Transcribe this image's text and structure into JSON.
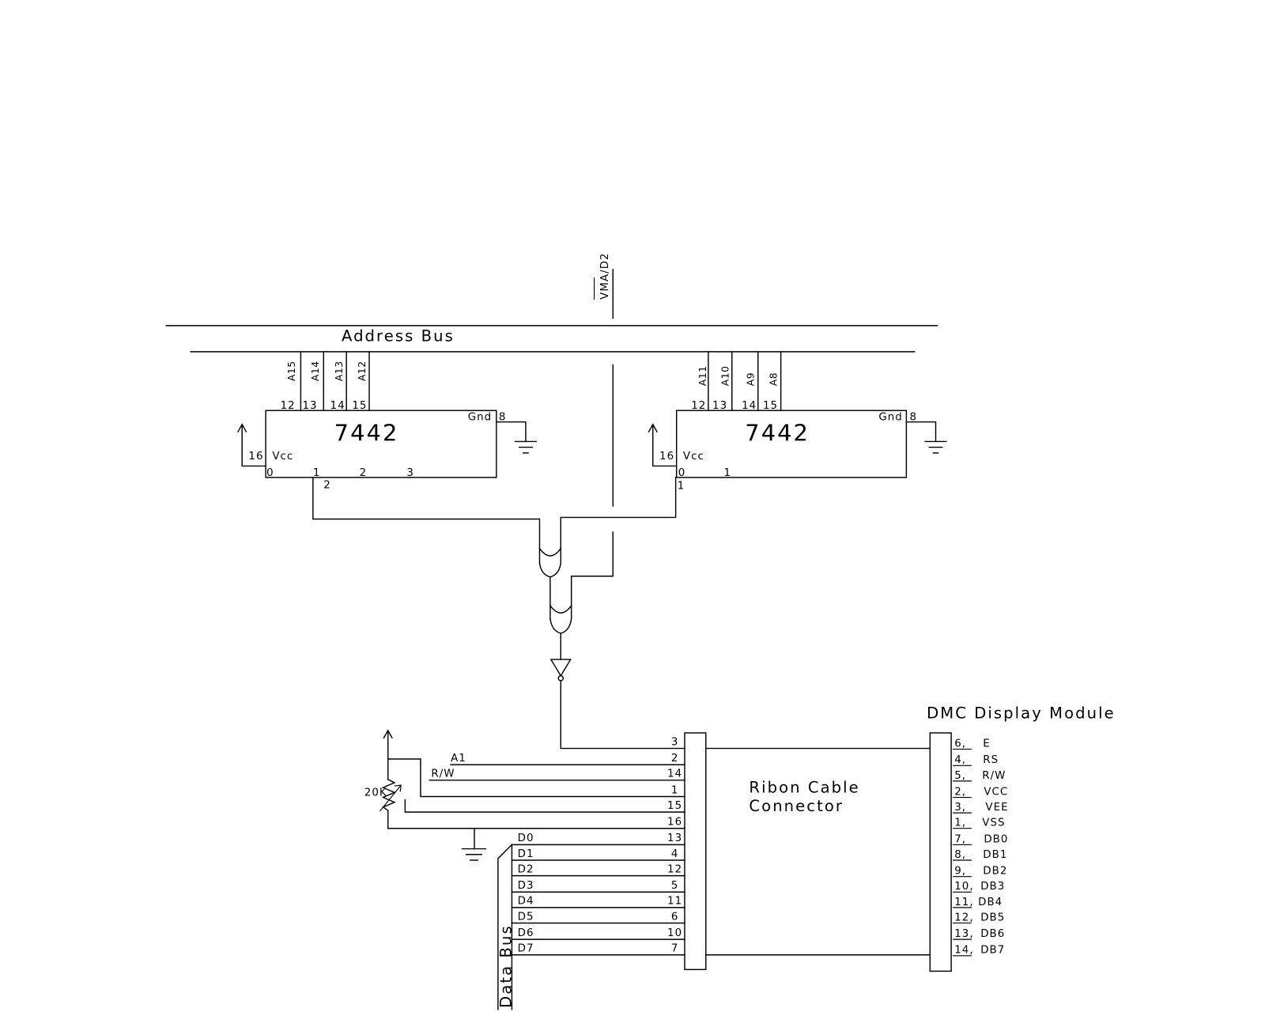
{
  "diagram": {
    "vma_d2_label": "VMA/D2",
    "address_bus_label": "Address Bus",
    "data_bus_label": "Data Bus"
  },
  "decoder_left": {
    "part": "7442",
    "address_lines": [
      "A15",
      "A14",
      "A13",
      "A12"
    ],
    "input_pins": [
      "12",
      "13",
      "14",
      "15"
    ],
    "gnd_label": "Gnd",
    "gnd_pin": "8",
    "vcc_pin": "16",
    "vcc_label": "Vcc",
    "outputs": [
      "0",
      "1",
      "2",
      "3"
    ],
    "used_output_pin": "2"
  },
  "decoder_right": {
    "part": "7442",
    "address_lines": [
      "A11",
      "A10",
      "A9",
      "A8"
    ],
    "input_pins": [
      "12",
      "13",
      "14",
      "15"
    ],
    "gnd_label": "Gnd",
    "gnd_pin": "8",
    "vcc_pin": "16",
    "vcc_label": "Vcc",
    "outputs": [
      "0",
      "1"
    ],
    "used_output_pin": "1"
  },
  "lcd_interface": {
    "a1_label": "A1",
    "rw_label": "R/W",
    "pot_value": "20K",
    "data_lines": [
      "D0",
      "D1",
      "D2",
      "D3",
      "D4",
      "D5",
      "D6",
      "D7"
    ]
  },
  "ribbon_connector": {
    "label_line1": "Ribon Cable",
    "label_line2": "Connector",
    "pins": [
      "3",
      "2",
      "14",
      "1",
      "15",
      "16",
      "13",
      "4",
      "12",
      "5",
      "11",
      "6",
      "10",
      "7"
    ]
  },
  "display_module": {
    "title": "DMC Display Module",
    "pins": [
      {
        "num": "6,",
        "name": "E"
      },
      {
        "num": "4,",
        "name": "RS"
      },
      {
        "num": "5,",
        "name": "R/W"
      },
      {
        "num": "2,",
        "name": "VCC"
      },
      {
        "num": "3,",
        "name": "VEE"
      },
      {
        "num": "1,",
        "name": "VSS"
      },
      {
        "num": "7,",
        "name": "DB0"
      },
      {
        "num": "8,",
        "name": "DB1"
      },
      {
        "num": "9,",
        "name": "DB2"
      },
      {
        "num": "10,",
        "name": "DB3"
      },
      {
        "num": "11,",
        "name": "DB4"
      },
      {
        "num": "12,",
        "name": "DB5"
      },
      {
        "num": "13,",
        "name": "DB6"
      },
      {
        "num": "14,",
        "name": "DB7"
      }
    ]
  },
  "colors": {
    "line": "#000000",
    "background": "#ffffff"
  }
}
